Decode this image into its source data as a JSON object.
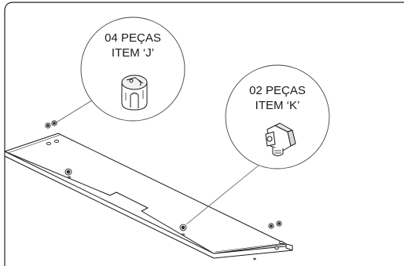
{
  "callouts": [
    {
      "line1": "04 PEÇAS",
      "line2": "ITEM ‘J’"
    },
    {
      "line1": "02 PEÇAS",
      "line2": "ITEM ‘K’"
    }
  ]
}
